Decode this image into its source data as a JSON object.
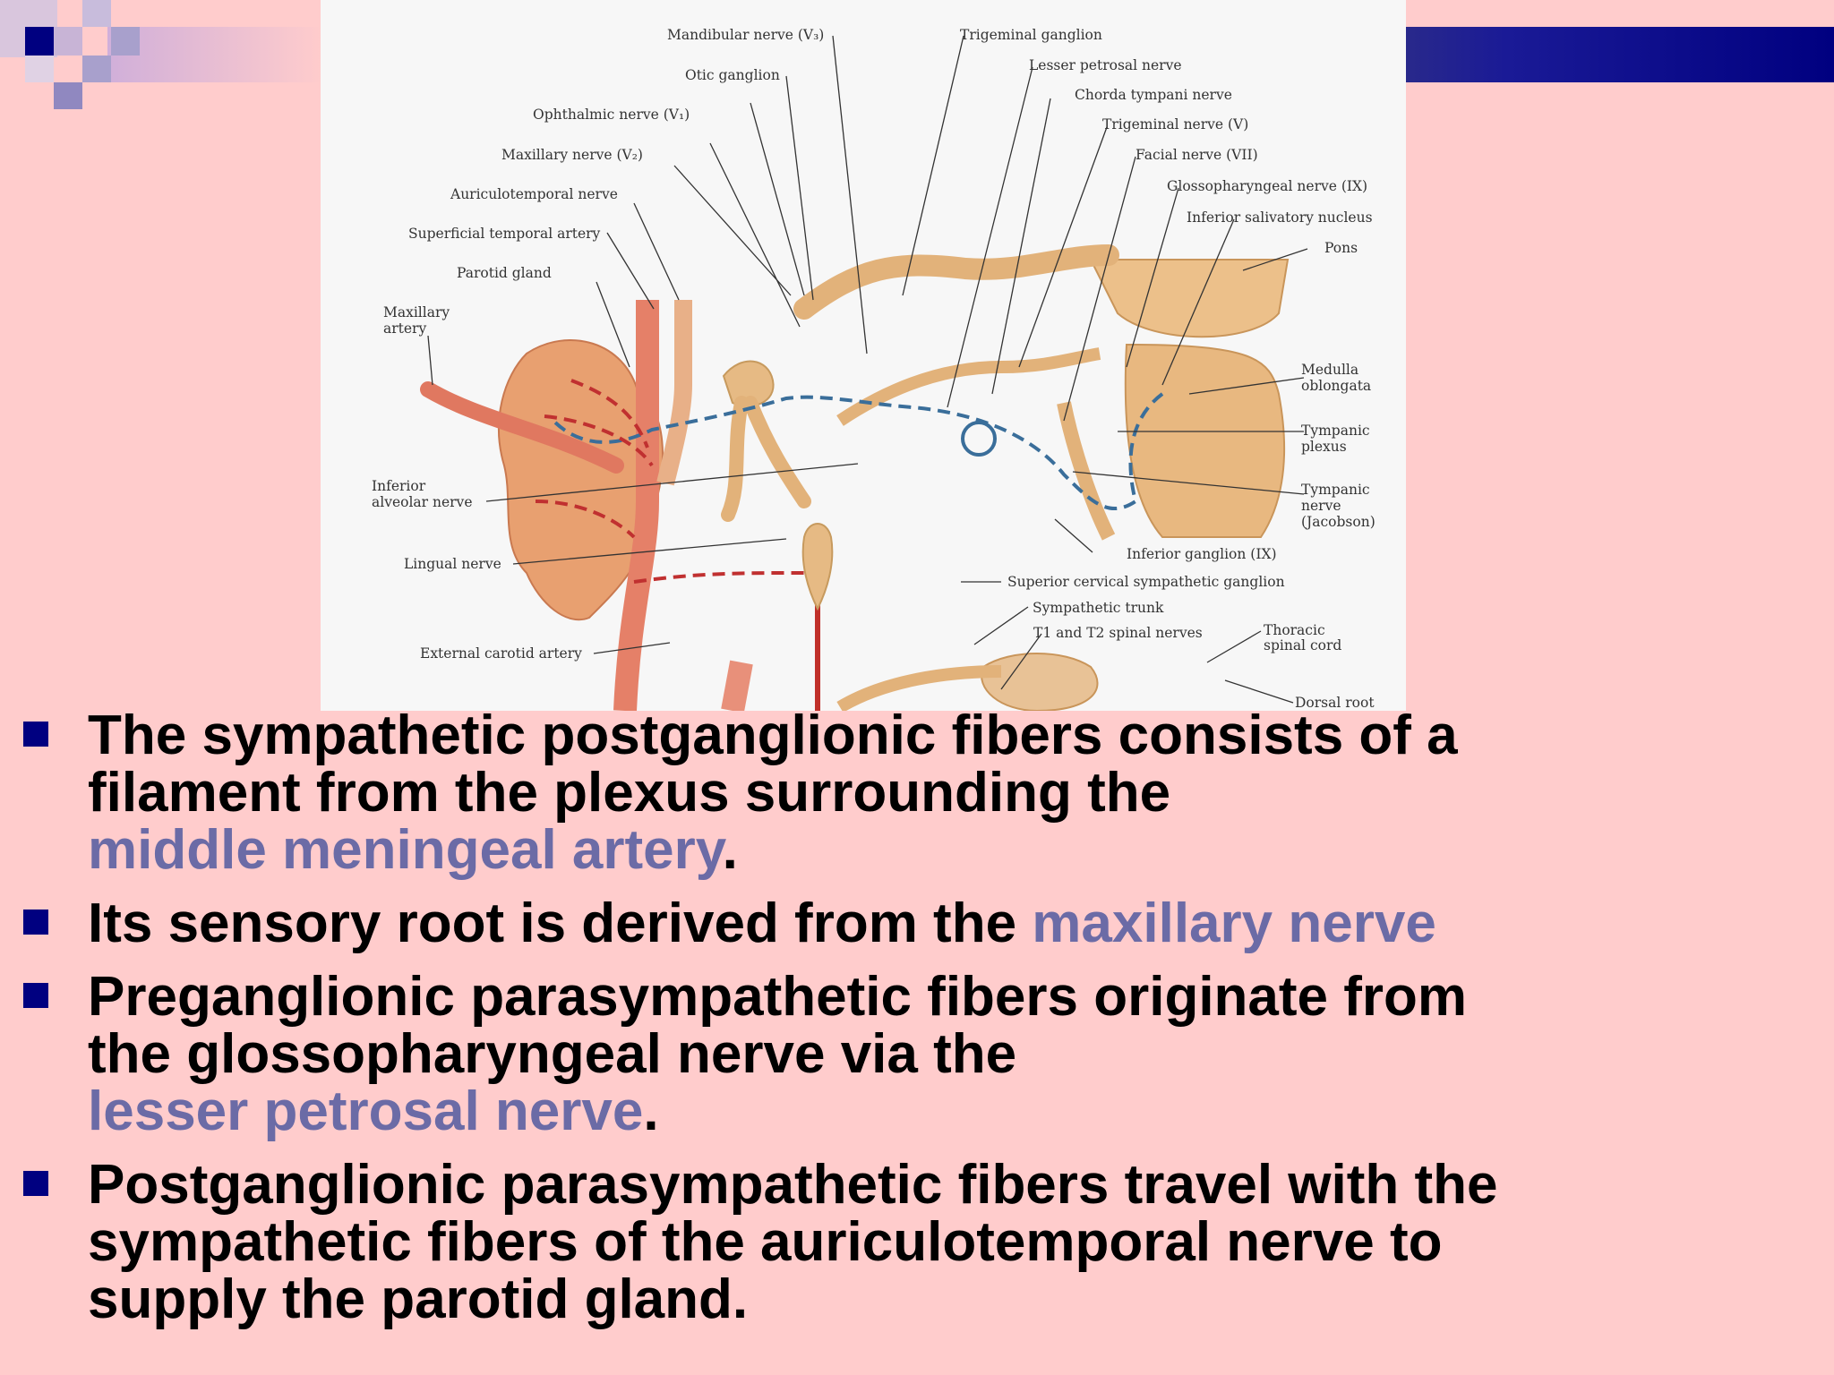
{
  "diagram": {
    "labels": {
      "mandibular_nerve": "Mandibular nerve (V₃)",
      "trigeminal_ganglion": "Trigeminal ganglion",
      "otic_ganglion": "Otic ganglion",
      "lesser_petrosal_nerve": "Lesser petrosal nerve",
      "chorda_tympani_nerve": "Chorda tympani nerve",
      "ophthalmic_nerve": "Ophthalmic nerve (V₁)",
      "trigeminal_nerve": "Trigeminal nerve (V)",
      "maxillary_nerve": "Maxillary nerve (V₂)",
      "facial_nerve": "Facial nerve (VII)",
      "glossopharyngeal_nerve": "Glossopharyngeal nerve (IX)",
      "auriculotemporal_nerve": "Auriculotemporal nerve",
      "inferior_salivatory_nucleus": "Inferior salivatory nucleus",
      "superficial_temporal_artery": "Superficial temporal artery",
      "pons": "Pons",
      "parotid_gland": "Parotid gland",
      "maxillary_artery_1": "Maxillary",
      "maxillary_artery_2": "artery",
      "medulla_1": "Medulla",
      "medulla_2": "oblongata",
      "tympanic_plexus_1": "Tympanic",
      "tympanic_plexus_2": "plexus",
      "inferior_alveolar_1": "Inferior",
      "inferior_alveolar_2": "alveolar nerve",
      "tympanic_nerve_1": "Tympanic",
      "tympanic_nerve_2": "nerve",
      "tympanic_nerve_3": "(Jacobson)",
      "inferior_ganglion": "Inferior ganglion (IX)",
      "lingual_nerve": "Lingual nerve",
      "superior_cervical_ganglion": "Superior cervical sympathetic ganglion",
      "sympathetic_trunk": "Sympathetic trunk",
      "t1_t2_spinal_nerves": "T1 and T2 spinal nerves",
      "thoracic_spinal_cord_1": "Thoracic",
      "thoracic_spinal_cord_2": "spinal cord",
      "external_carotid_artery": "External carotid artery",
      "dorsal_root": "Dorsal root"
    }
  },
  "bullets": [
    {
      "line1": "The sympathetic postganglionic fibers consists of a",
      "line2": "filament from the plexus surrounding the",
      "highlight": "middle meningeal artery",
      "end": "."
    },
    {
      "text": "Its sensory root is derived from the ",
      "highlight": "maxillary nerve"
    },
    {
      "line1": "Preganglionic parasympathetic fibers originate from",
      "line2": "the glossopharyngeal nerve via the",
      "highlight": "lesser petrosal nerve",
      "end": "."
    },
    {
      "line1": "Postganglionic parasympathetic fibers travel with the",
      "line2": "sympathetic fibers of the auriculotemporal nerve to",
      "line3": "supply the parotid gland."
    }
  ]
}
